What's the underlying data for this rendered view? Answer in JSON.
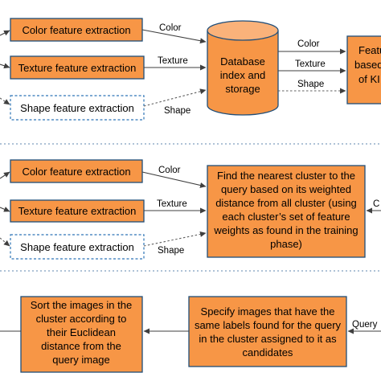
{
  "colors": {
    "process_fill": "#f79646",
    "process_border": "#1f4e79",
    "dashed_border": "#2e75b6",
    "separator": "#7f9fbf",
    "arrow": "#3f3f3f"
  },
  "section1": {
    "color_extraction": "Color feature extraction",
    "texture_extraction": "Texture feature extraction",
    "shape_extraction": "Shape feature extraction",
    "edge_color_in": "Color",
    "edge_texture_in": "Texture",
    "edge_shape_in": "Shape",
    "database": [
      "Database",
      "index and",
      "storage"
    ],
    "edge_color_out": "Color",
    "edge_texture_out": "Texture",
    "edge_shape_out": "Shape",
    "feature_box_partial": [
      "Featu",
      "based",
      "of KI"
    ]
  },
  "section2": {
    "color_extraction": "Color feature extraction",
    "texture_extraction": "Texture feature extraction",
    "shape_extraction": "Shape feature extraction",
    "edge_color": "Color",
    "edge_texture": "Texture",
    "edge_shape": "Shape",
    "cluster_box": [
      "Find the nearest cluster to the",
      "query based on its weighted",
      "distance from all cluster (using",
      "each cluster’s set of feature",
      "weights as found in the training",
      "phase)"
    ],
    "edge_right_partial": "C"
  },
  "section3": {
    "sort_box": [
      "Sort the images in the",
      "cluster according to",
      "their Euclidean",
      "distance from the",
      "query image"
    ],
    "specify_box": [
      "Specify images that have the",
      "same labels found for the query",
      "in the cluster assigned to it as",
      "candidates"
    ],
    "edge_query": "Query"
  }
}
